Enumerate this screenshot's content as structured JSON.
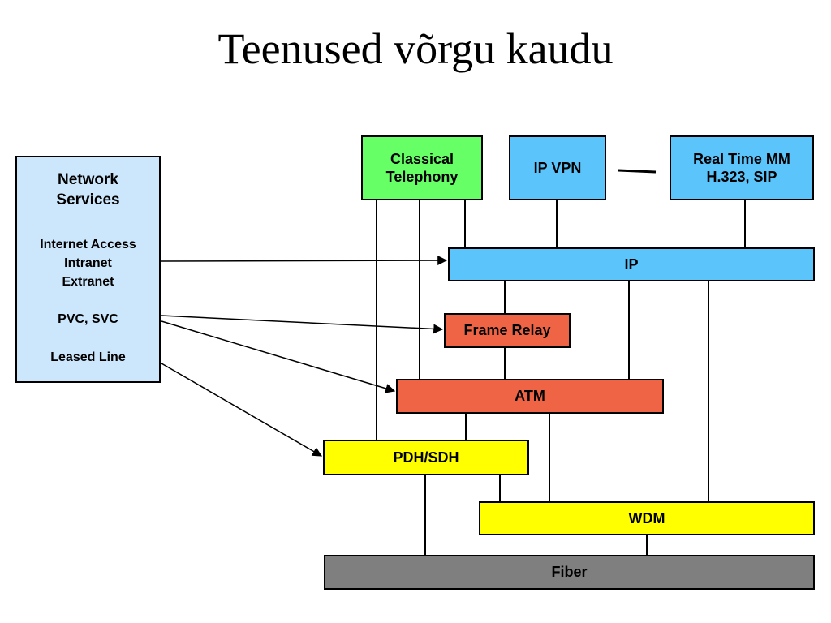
{
  "title": "Teenused võrgu kaudu",
  "services": {
    "heading": "Network\nServices",
    "items": [
      "Internet Access\nIntranet\nExtranet",
      "PVC, SVC",
      "Leased Line"
    ]
  },
  "boxes": {
    "classical_telephony": "Classical\nTelephony",
    "ip_vpn": "IP VPN",
    "real_time_mm": "Real Time MM\nH.323, SIP",
    "ip": "IP",
    "frame_relay": "Frame Relay",
    "atm": "ATM",
    "pdh_sdh": "PDH/SDH",
    "wdm": "WDM",
    "fiber": "Fiber"
  },
  "colors": {
    "green": "#66ff66",
    "blue": "#5bc4fb",
    "red": "#f06446",
    "yellow": "#ffff00",
    "gray": "#7f7f7f",
    "services_bg": "#cce6fb"
  }
}
